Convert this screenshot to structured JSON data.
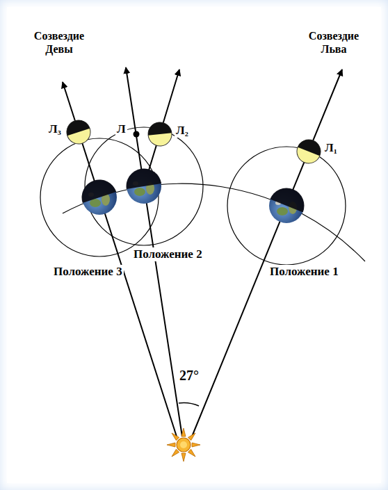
{
  "diagram": {
    "labels": [
      "Созвездие Девы",
      "Созвездие Льва",
      "Л₃",
      "Л",
      "Л₂",
      "Л₁",
      "Положение 2",
      "Положение 3",
      "Положение 1",
      "27°"
    ]
  }
}
